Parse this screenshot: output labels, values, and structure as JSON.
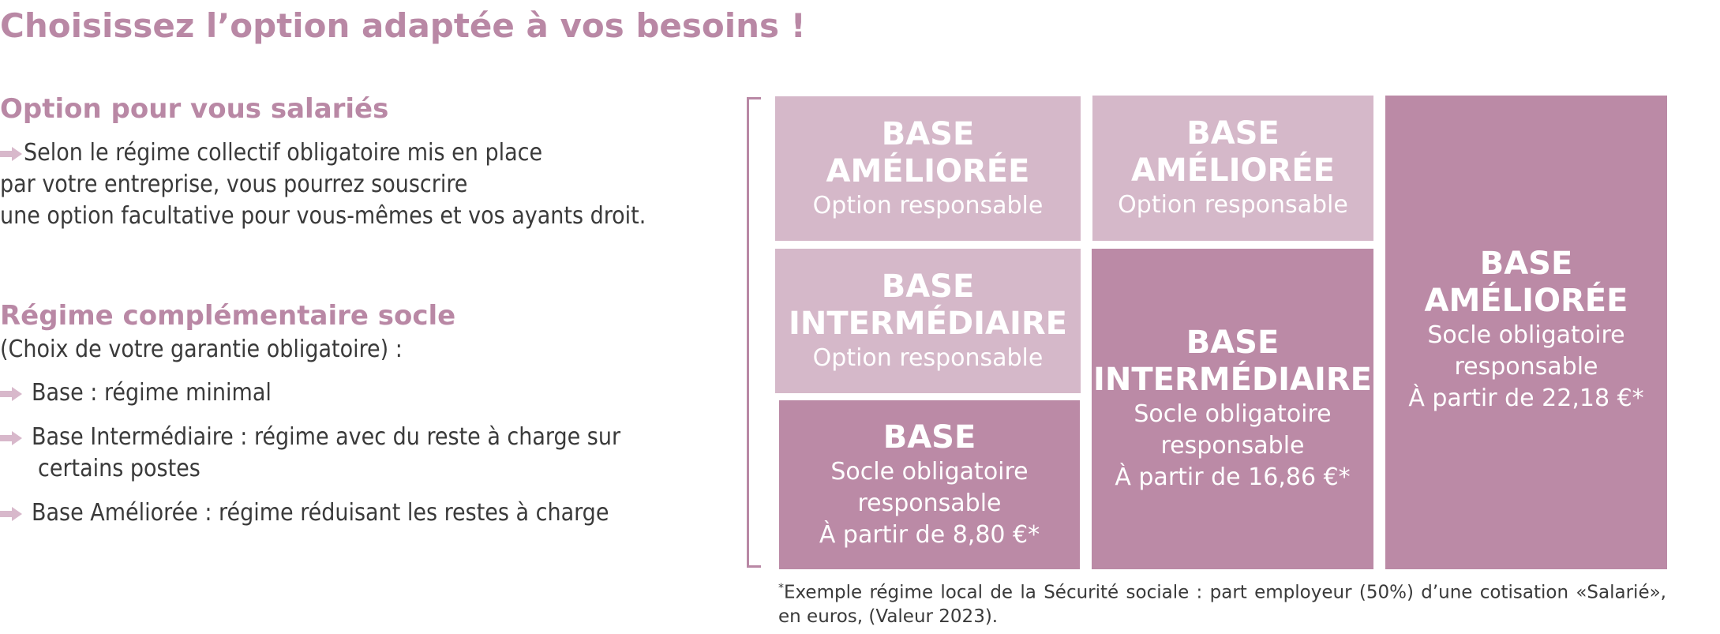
{
  "title": "Choisissez l’option adaptée à vos besoins !",
  "option": {
    "heading": "Option pour vous salariés",
    "lines": [
      "Selon le régime collectif obligatoire mis en place",
      "par votre entreprise, vous pourrez souscrire",
      "une option facultative pour vous-mêmes et vos ayants droit."
    ]
  },
  "regime": {
    "heading": "Régime complémentaire socle",
    "subheading": "(Choix de votre garantie obligatoire) :",
    "bullets": [
      "Base : régime minimal",
      "Base Intermédiaire : régime avec du reste à charge sur",
      "certains postes",
      "Base Améliorée : régime réduisant les restes à charge"
    ]
  },
  "colors": {
    "accent": "#b988a5",
    "light_box": "#d5b8c9",
    "dark_box": "#bb8aa6"
  },
  "icons": {
    "bullet": "arrow-right-icon"
  },
  "boxes": {
    "col1_top": {
      "title1": "BASE",
      "title2": "AMÉLIORÉE",
      "sub": "Option responsable"
    },
    "col2_top": {
      "title1": "BASE",
      "title2": "AMÉLIORÉE",
      "sub": "Option responsable"
    },
    "col1_mid": {
      "title1": "BASE",
      "title2": "INTERMÉDIAIRE",
      "sub": "Option responsable"
    },
    "col1_bottom": {
      "title1": "BASE",
      "sub1": "Socle obligatoire",
      "sub2": "responsable",
      "price": "À partir de 8,80 €*"
    },
    "col2_bottom": {
      "title1": "BASE",
      "title2": "INTERMÉDIAIRE",
      "sub1": "Socle obligatoire",
      "sub2": "responsable",
      "price": "À partir de 16,86 €*"
    },
    "col3": {
      "title1": "BASE",
      "title2": "AMÉLIORÉE",
      "sub1": "Socle obligatoire",
      "sub2": "responsable",
      "price": "À partir de 22,18 €*"
    }
  },
  "footnote": {
    "star": "*",
    "text": "Exemple régime local de la Sécurité sociale : part employeur (50%) d’une cotisation «Salarié», en euros, (Valeur 2023)."
  }
}
